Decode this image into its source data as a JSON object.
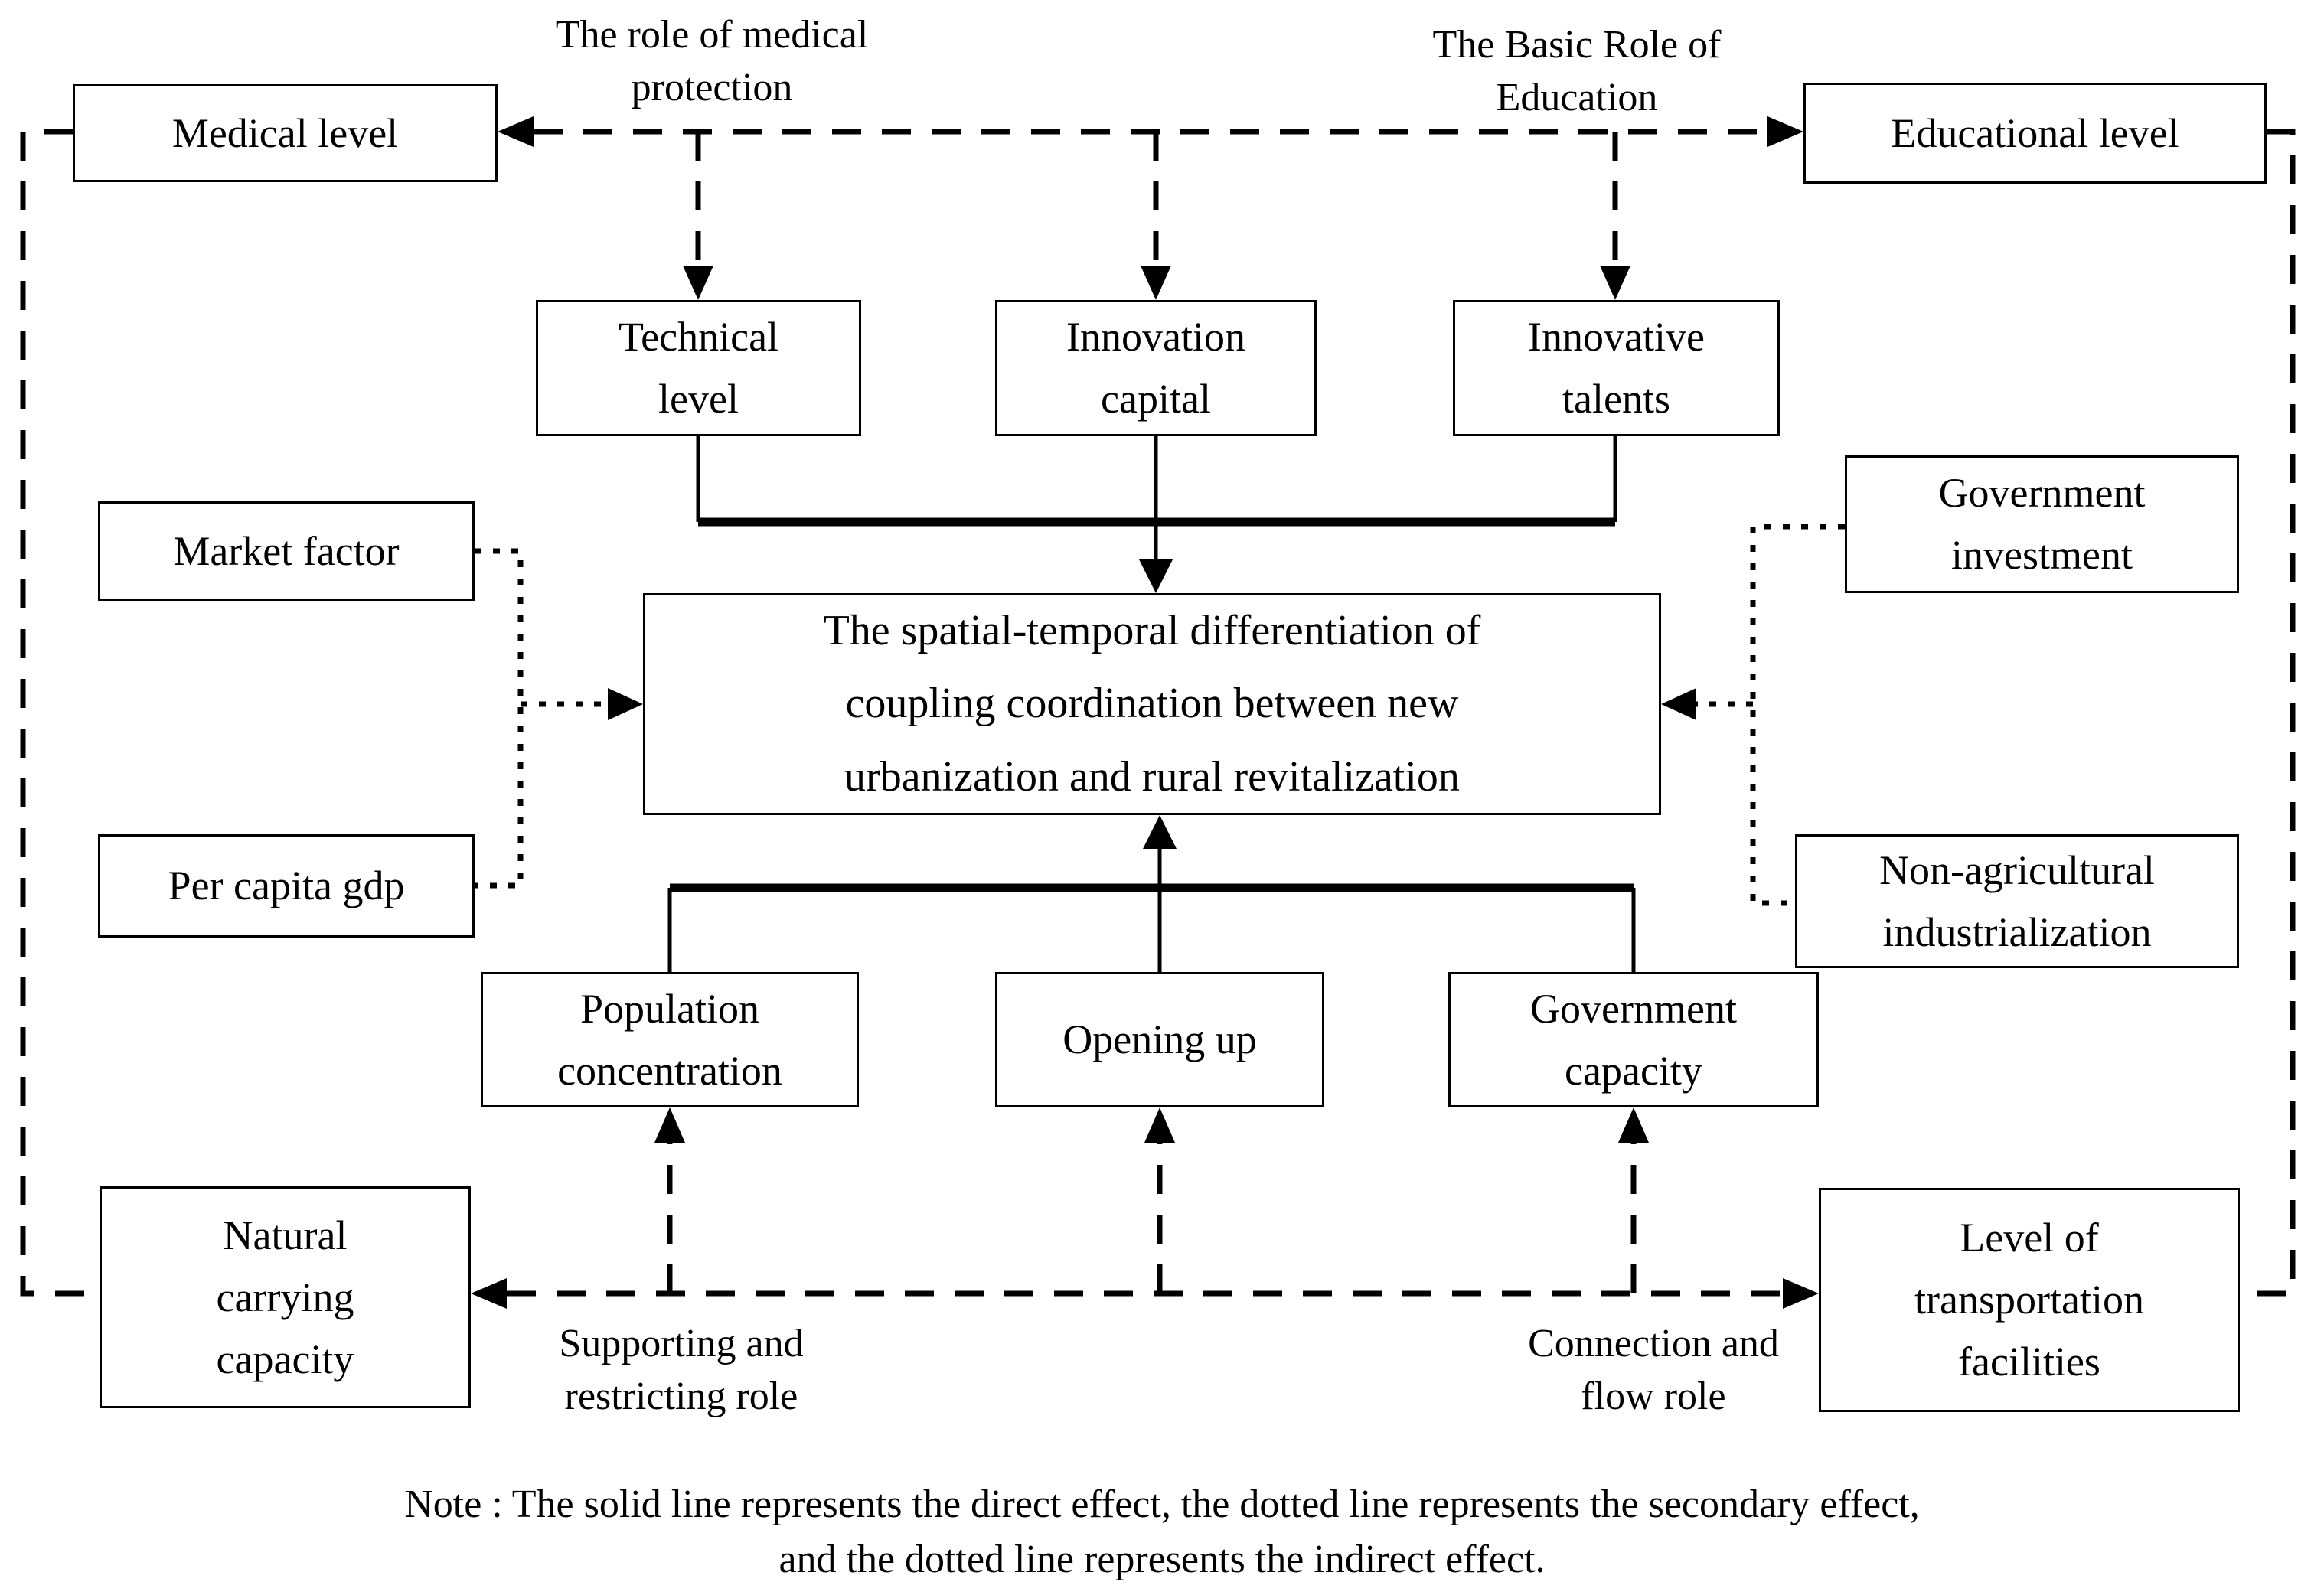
{
  "colors": {
    "ink": "#000000",
    "background": "#ffffff"
  },
  "nodes": {
    "medical_level": {
      "label": "Medical level"
    },
    "educational_level": {
      "label": "Educational level"
    },
    "technical_level": {
      "label": "Technical\nlevel"
    },
    "innovation_capital": {
      "label": "Innovation\ncapital"
    },
    "innovative_talents": {
      "label": "Innovative\ntalents"
    },
    "market_factor": {
      "label": "Market factor"
    },
    "per_capita_gdp": {
      "label": "Per capita gdp"
    },
    "government_investment": {
      "label": "Government\ninvestment"
    },
    "non_agricultural_industrialization": {
      "label": "Non-agricultural\nindustrialization"
    },
    "center": {
      "label": "The spatial-temporal differentiation of\ncoupling coordination between new\nurbanization and rural revitalization"
    },
    "population_concentration": {
      "label": "Population\nconcentration"
    },
    "opening_up": {
      "label": "Opening up"
    },
    "government_capacity": {
      "label": "Government\ncapacity"
    },
    "natural_carrying_capacity": {
      "label": "Natural\ncarrying\ncapacity"
    },
    "transportation_facilities": {
      "label": "Level of\ntransportation\nfacilities"
    }
  },
  "annotations": {
    "medical_protection_role": "The role of medical\nprotection",
    "basic_role_of_education": "The Basic Role of\nEducation",
    "supporting_restricting_role": "Supporting and\nrestricting role",
    "connection_flow_role": "Connection and\nflow role"
  },
  "note": {
    "line1": "Note : The solid line represents the direct effect, the dotted line represents the secondary effect,",
    "line2": "and the dotted line represents the indirect effect."
  }
}
